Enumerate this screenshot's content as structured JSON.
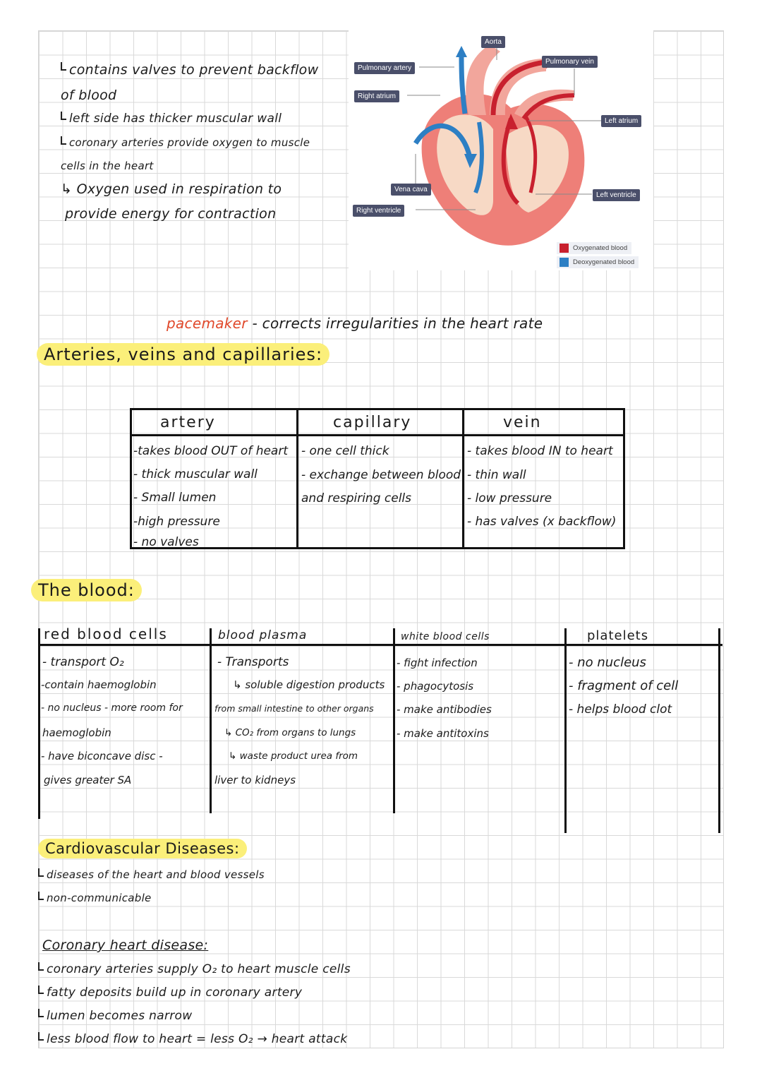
{
  "top_notes": [
    "contains valves to prevent backflow",
    "of blood",
    "left side has thicker muscular wall",
    "coronary arteries provide oxygen to muscle",
    "cells in the heart",
    "Oxygen used in respiration to",
    "provide energy for contraction"
  ],
  "diagram": {
    "labels": {
      "aorta": "Aorta",
      "pulmonary_artery": "Pulmonary artery",
      "pulmonary_vein": "Pulmonary vein",
      "right_atrium": "Right atrium",
      "left_atrium": "Left atrium",
      "vena_cava": "Vena cava",
      "left_ventricle": "Left ventricle",
      "right_ventricle": "Right ventricle"
    },
    "legend": [
      {
        "label": "Oxygenated blood",
        "color": "#c8202e"
      },
      {
        "label": "Deoxygenated blood",
        "color": "#2d7fc4"
      }
    ]
  },
  "pacemaker": {
    "term": "pacemaker",
    "definition": "- corrects irregularities in the heart rate"
  },
  "section_vessels": {
    "heading": "Arteries, veins and capillaries:",
    "columns": [
      {
        "title": "artery",
        "items": [
          "-takes blood OUT of heart",
          "- thick muscular wall",
          "- Small lumen",
          "-high pressure",
          "- no valves"
        ]
      },
      {
        "title": "capillary",
        "items": [
          "- one cell thick",
          "- exchange between blood",
          "and respiring cells"
        ]
      },
      {
        "title": "vein",
        "items": [
          "- takes blood IN to heart",
          "- thin wall",
          "- low pressure",
          "- has valves (x backflow)"
        ]
      }
    ]
  },
  "section_blood": {
    "heading": "The blood:",
    "columns": [
      {
        "title": "red blood cells",
        "items": [
          "- transport O₂",
          "-contain haemoglobin",
          "- no nucleus - more room for",
          "haemoglobin",
          "- have biconcave disc -",
          "gives greater SA"
        ]
      },
      {
        "title": "blood plasma",
        "items": [
          "- Transports",
          "↳ soluble digestion products",
          "from small intestine to other organs",
          "↳ CO₂ from organs to lungs",
          "↳ waste product urea from",
          "liver to kidneys"
        ]
      },
      {
        "title": "white blood cells",
        "items": [
          "- fight infection",
          "- phagocytosis",
          "- make antibodies",
          "- make antitoxins"
        ]
      },
      {
        "title": "platelets",
        "items": [
          "- no nucleus",
          "- fragment of cell",
          "- helps blood clot"
        ]
      }
    ]
  },
  "section_cvd": {
    "heading": "Cardiovascular Diseases:",
    "notes": [
      "diseases of the heart and blood vessels",
      "non-communicable"
    ],
    "subheading": "Coronary heart disease:",
    "chd_notes": [
      "coronary arteries supply O₂ to heart muscle cells",
      "fatty deposits build up in coronary artery",
      "lumen becomes narrow",
      "less blood flow to heart = less O₂ → heart attack"
    ]
  }
}
